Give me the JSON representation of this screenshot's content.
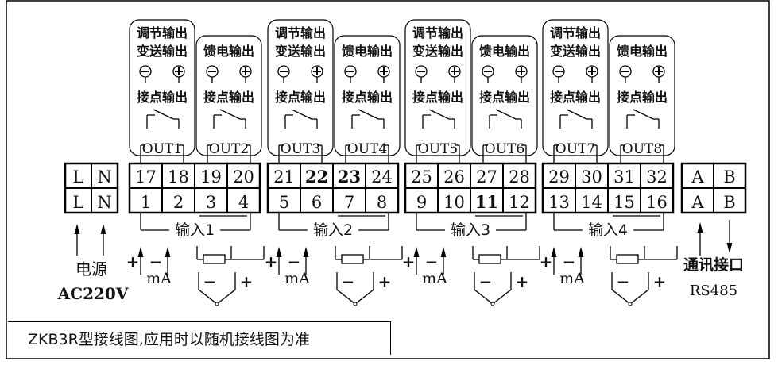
{
  "power": {
    "terminals_top": [
      "L",
      "N"
    ],
    "terminals_bottom": [
      "L",
      "N"
    ],
    "label": "电源",
    "voltage": "AC220V"
  },
  "groups": [
    {
      "top": [
        "17",
        "18",
        "19",
        "20"
      ],
      "bottom": [
        "1",
        "2",
        "3",
        "4"
      ],
      "out_a": "OUT1",
      "out_b": "OUT2",
      "input": "输入1"
    },
    {
      "top": [
        "21",
        "22",
        "23",
        "24"
      ],
      "bottom": [
        "5",
        "6",
        "7",
        "8"
      ],
      "out_a": "OUT3",
      "out_b": "OUT4",
      "input": "输入2"
    },
    {
      "top": [
        "25",
        "26",
        "27",
        "28"
      ],
      "bottom": [
        "9",
        "10",
        "11",
        "12"
      ],
      "out_a": "OUT5",
      "out_b": "OUT6",
      "input": "输入3"
    },
    {
      "top": [
        "29",
        "30",
        "31",
        "32"
      ],
      "bottom": [
        "13",
        "14",
        "15",
        "16"
      ],
      "out_a": "OUT7",
      "out_b": "OUT8",
      "input": "输入4"
    }
  ],
  "output_labels": {
    "regulate": "调节输出",
    "transmit": "变送输出",
    "feed": "馈电输出",
    "contact": "接点输出",
    "minus": "−",
    "plus": "+"
  },
  "input_labels": {
    "ma": "mA",
    "plus": "+",
    "minus": "−"
  },
  "comm": {
    "terminals_top": [
      "A",
      "B"
    ],
    "terminals_bottom": [
      "A",
      "B"
    ],
    "label": "通讯接口",
    "protocol": "RS485"
  },
  "caption": "ZKB3R型接线图,应用时以随机接线图为准"
}
